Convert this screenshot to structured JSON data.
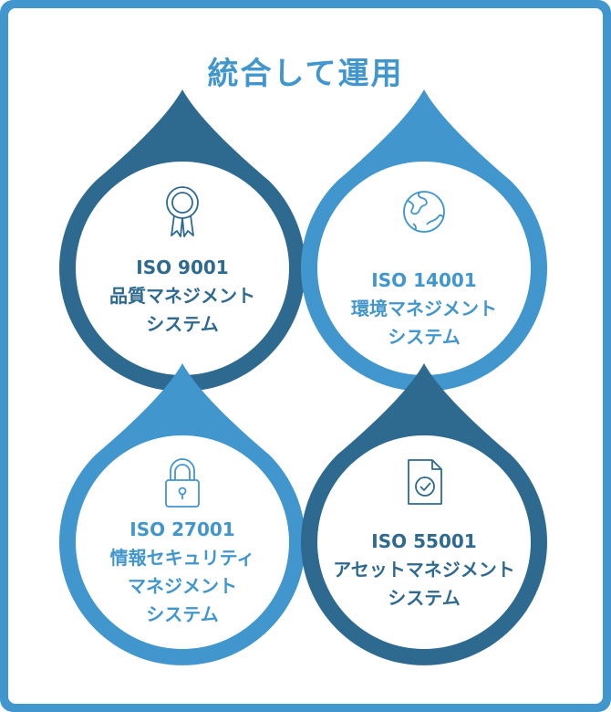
{
  "title": "統合して運用",
  "colors": {
    "frame": "#4196cd",
    "dark_blue": "#2e6a8f",
    "light_blue": "#4196cd",
    "white": "#ffffff"
  },
  "items": [
    {
      "icon": "award-ribbon-icon",
      "lines": [
        "ISO 9001",
        "品質マネジメント",
        "システム"
      ]
    },
    {
      "icon": "globe-icon",
      "lines": [
        "ISO 14001",
        "環境マネジメント",
        "システム"
      ]
    },
    {
      "icon": "padlock-icon",
      "lines": [
        "ISO 27001",
        "情報セキュリティ",
        "マネジメント",
        "システム"
      ]
    },
    {
      "icon": "document-check-icon",
      "lines": [
        "ISO 55001",
        "アセットマネジメント",
        "システム"
      ]
    }
  ]
}
